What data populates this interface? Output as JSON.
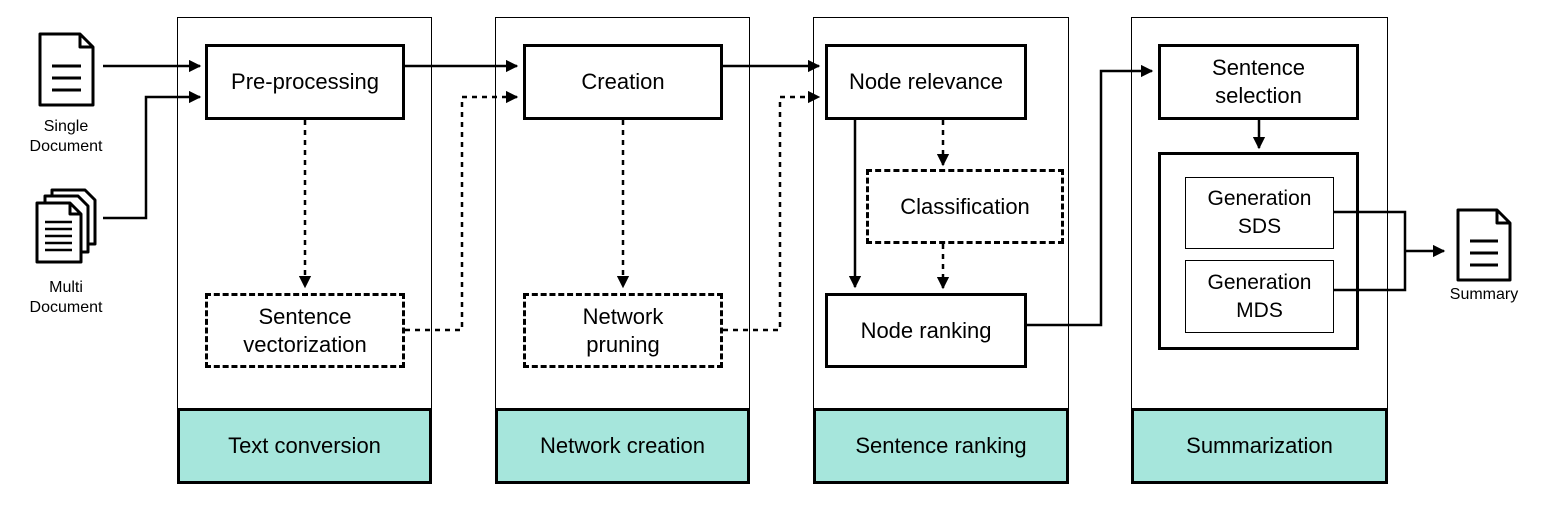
{
  "inputs": {
    "single_document": "Single\nDocument",
    "multi_document": "Multi\nDocument"
  },
  "output": {
    "summary": "Summary"
  },
  "stages": {
    "text_conversion": "Text conversion",
    "network_creation": "Network creation",
    "sentence_ranking": "Sentence ranking",
    "summarization": "Summarization"
  },
  "boxes": {
    "pre_processing": "Pre-processing",
    "sentence_vectorization": "Sentence\nvectorization",
    "creation": "Creation",
    "network_pruning": "Network\npruning",
    "node_relevance": "Node relevance",
    "classification": "Classification",
    "node_ranking": "Node ranking",
    "sentence_selection": "Sentence\nselection",
    "generation_sds": "Generation\nSDS",
    "generation_mds": "Generation\nMDS"
  },
  "colors": {
    "stage_label_fill": "#a6e6dc",
    "stroke": "#000000"
  },
  "icons": {
    "single_document": "document-icon",
    "multi_document": "documents-stack-icon",
    "summary": "document-icon"
  }
}
